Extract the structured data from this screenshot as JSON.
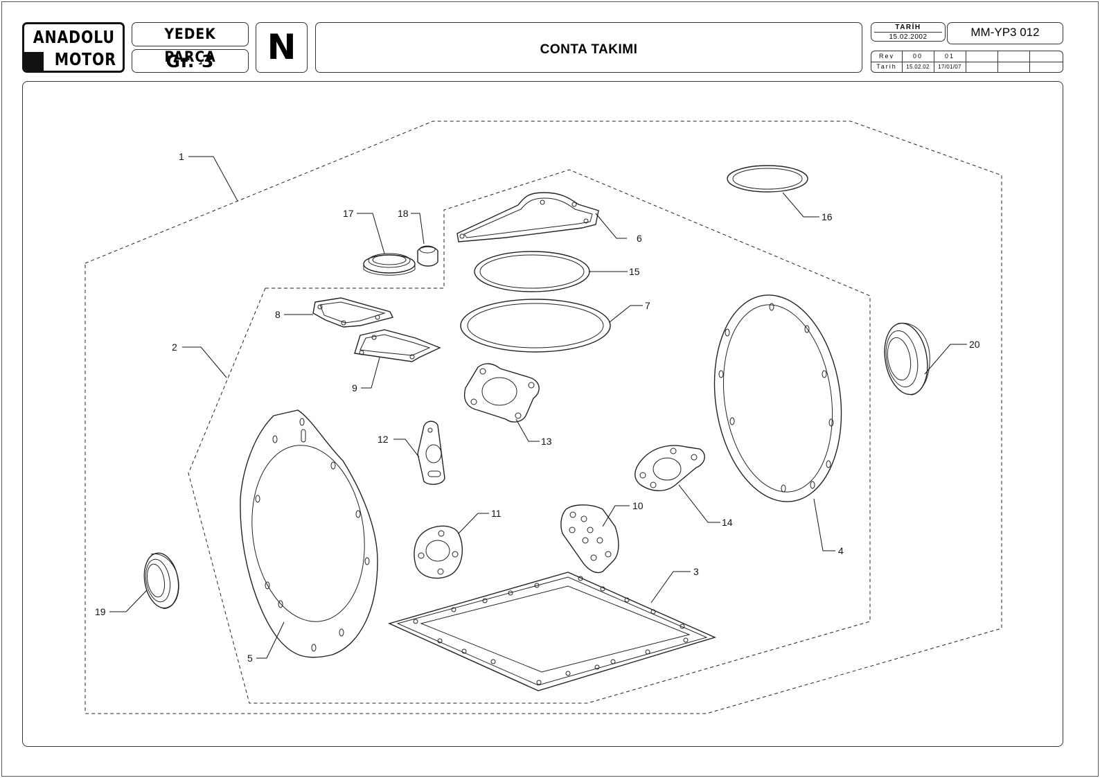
{
  "header": {
    "company_line1": "ANADOLU",
    "company_line2": "MOTOR",
    "section_title": "YEDEK PARÇA",
    "group": "Gr. 3",
    "letter": "N",
    "title": "CONTA TAKIMI",
    "date_label": "TARİH",
    "date_value": "15.02.2002",
    "doc_code": "MM-YP3 012"
  },
  "revision_table": {
    "rev_label": "Rev",
    "date_label": "Tarih",
    "revisions": [
      "00",
      "01"
    ],
    "dates": [
      "15.02.02",
      "17/01/07"
    ]
  },
  "callouts": [
    "1",
    "2",
    "3",
    "4",
    "5",
    "6",
    "7",
    "8",
    "9",
    "10",
    "11",
    "12",
    "13",
    "14",
    "15",
    "16",
    "17",
    "18",
    "19",
    "20"
  ]
}
